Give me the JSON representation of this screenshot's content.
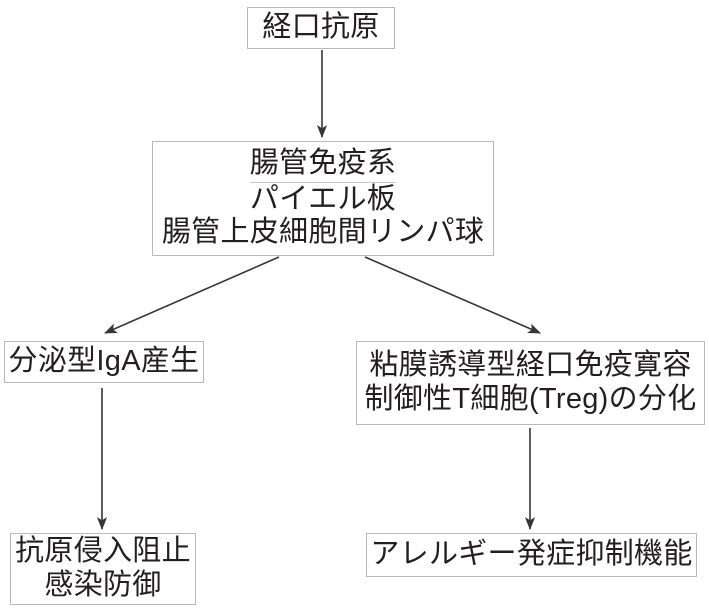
{
  "diagram": {
    "type": "flowchart",
    "title_text_language": "ja",
    "background_color": "#ffffff",
    "box_border_color": "#b9b9bb",
    "text_color": "#231f20",
    "arrow_color": "#3a3438",
    "nodes": [
      {
        "id": "oral-antigen",
        "lines": [
          "経口抗原"
        ]
      },
      {
        "id": "gut-immune-system",
        "lines": [
          "腸管免疫系",
          "パイエル板",
          "腸管上皮細胞間リンパ球"
        ]
      },
      {
        "id": "siga",
        "lines": [
          "分泌型IgA産生"
        ]
      },
      {
        "id": "oral-tolerance",
        "lines": [
          "粘膜誘導型経口免疫寛容",
          "制御性T細胞(Treg)の分化"
        ]
      },
      {
        "id": "antigen-block",
        "lines": [
          "抗原侵入阻止",
          "感染防御"
        ]
      },
      {
        "id": "allergy-suppression",
        "lines": [
          "アレルギー発症抑制機能"
        ]
      }
    ],
    "edges": [
      {
        "id": "edge-antigen-to-gut",
        "from": "oral-antigen",
        "to": "gut-immune-system",
        "shape": "vertical"
      },
      {
        "id": "edge-gut-to-siga",
        "from": "gut-immune-system",
        "to": "siga",
        "shape": "diagonal-left"
      },
      {
        "id": "edge-gut-to-tolerance",
        "from": "gut-immune-system",
        "to": "oral-tolerance",
        "shape": "diagonal-right"
      },
      {
        "id": "edge-siga-to-block",
        "from": "siga",
        "to": "antigen-block",
        "shape": "vertical"
      },
      {
        "id": "edge-tolerance-to-allergy",
        "from": "oral-tolerance",
        "to": "allergy-suppression",
        "shape": "vertical"
      }
    ]
  }
}
